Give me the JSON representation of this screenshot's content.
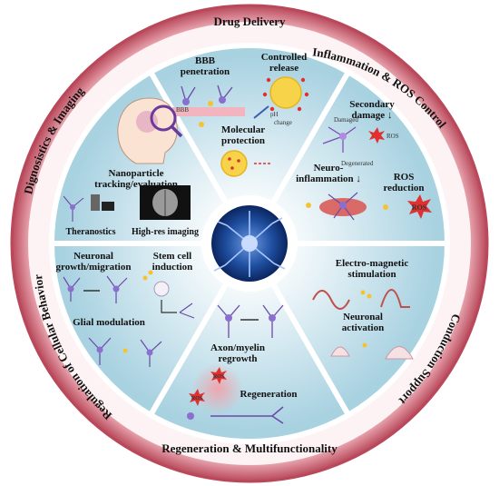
{
  "ring": {
    "top": "Drug Delivery",
    "top_right": "Inflammation & ROS Control",
    "bottom_right": "Conduction Support",
    "bottom": "Regeneration & Multifunctionality",
    "bottom_left": "Regulation of Cellular Behavior",
    "top_left": "Dignosistics & Imaging"
  },
  "drug_delivery": {
    "bbb_line1": "BBB",
    "bbb_line2": "penetration",
    "bbb_tag": "BBB",
    "controlled_line1": "Controlled",
    "controlled_line2": "release",
    "ph_line1": "pH",
    "ph_line2": "change",
    "molecular_line1": "Molecular",
    "molecular_line2": "protection"
  },
  "inflammation": {
    "secondary_line1": "Secondary",
    "secondary_line2": "damage ↓",
    "damaged": "Damaged",
    "ros_small": "ROS",
    "degenerated": "Degenerated",
    "neuro_line1": "Neuro-",
    "neuro_line2": "inflammation ↓",
    "ros_line1": "ROS",
    "ros_line2": "reduction",
    "ros_burst": "ROS"
  },
  "conduction": {
    "electro_line1": "Electro-magnetic",
    "electro_line2": "stimulation",
    "activation_line1": "Neuronal",
    "activation_line2": "activation"
  },
  "regeneration": {
    "axon_line1": "Axon/myelin",
    "axon_line2": "regrowth",
    "regen": "Regeneration",
    "ros_a": "ROS",
    "ros_b": "ROS"
  },
  "cellular": {
    "growth_line1": "Neuronal",
    "growth_line2": "growth/migration",
    "stem_line1": "Stem cell",
    "stem_line2": "induction",
    "glial": "Glial modulation"
  },
  "imaging": {
    "np_line1": "Nanoparticle",
    "np_line2": "tracking/evaluation",
    "theranostics": "Theranostics",
    "highres": "High-res imaging"
  },
  "colors": {
    "ring_outer": "#b8485a",
    "ring_light": "#f6dcdf",
    "sector_light": "#ffffff",
    "sector_dark": "#bfdde8",
    "divider": "#ffffff",
    "center_neuron": "#1f4fa0",
    "ros_red": "#e03030"
  }
}
